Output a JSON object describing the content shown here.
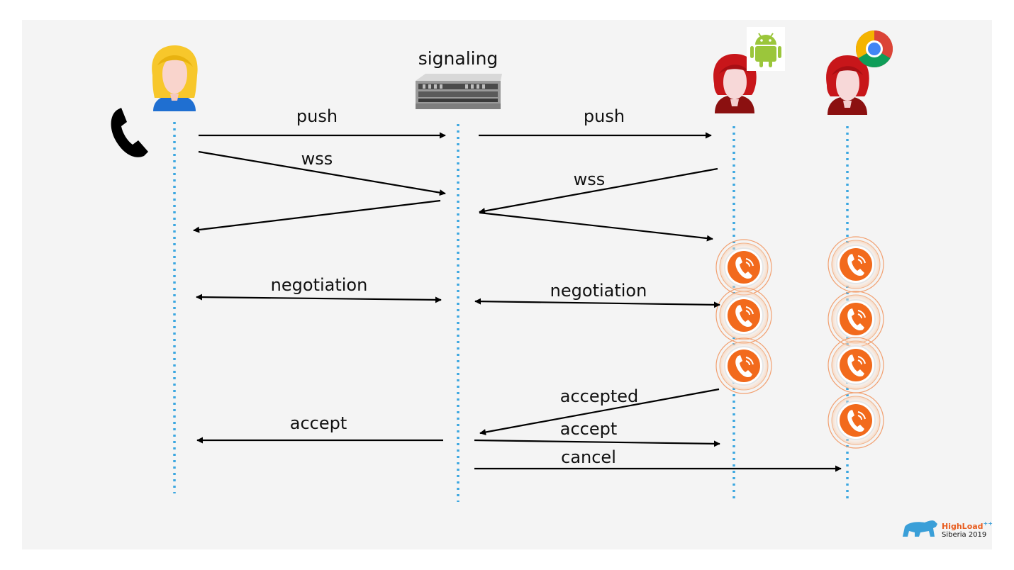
{
  "colors": {
    "background": "#f4f4f4",
    "lifeline": "#3aa6e0",
    "arrow": "#000000",
    "call_icon": "#f26a1c",
    "android": "#9bc63b",
    "brand": "#3a9fd8",
    "brand_accent": "#e85d1f"
  },
  "server": {
    "label": "signaling",
    "icon": "server-rack-icon"
  },
  "participants": [
    {
      "name": "caller",
      "icon": "blonde-avatar-icon",
      "extra_icon": "phone-handset-icon"
    },
    {
      "name": "signaling",
      "icon": "server-rack-icon"
    },
    {
      "name": "callee-android",
      "icon": "red-hair-avatar-icon",
      "badge_icon": "android-logo-icon"
    },
    {
      "name": "callee-chrome",
      "icon": "red-hair-avatar-icon",
      "badge_icon": "chrome-logo-icon"
    }
  ],
  "messages": {
    "push1": "push",
    "push2": "push",
    "wss1": "wss",
    "wss2": "wss",
    "negotiation1": "negotiation",
    "negotiation2": "negotiation",
    "accepted": "accepted",
    "accept1": "accept",
    "accept2": "accept",
    "cancel": "cancel"
  },
  "call_icons": {
    "icon": "incoming-call-icon",
    "android_count": 3,
    "chrome_count": 4
  },
  "brand": {
    "main": "HighLoad",
    "sup": "++",
    "sub": "Siberia 2019",
    "icon": "bear-logo-icon"
  }
}
